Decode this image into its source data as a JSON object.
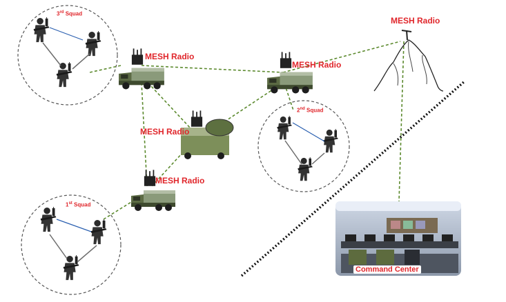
{
  "labels": {
    "mesh_radio": "MESH Radio",
    "command_center": "Command Center",
    "squad_3": {
      "ordinal": "3",
      "suffix": "rd",
      "word": "Squad"
    },
    "squad_2": {
      "ordinal": "2",
      "suffix": "nd",
      "word": "Squad"
    },
    "squad_1": {
      "ordinal": "1",
      "suffix": "st",
      "word": "Squad"
    }
  },
  "colors": {
    "label_red": "#e0262b",
    "link_green": "#5c8a2e",
    "circle_stroke": "#555555",
    "boundary": "#111111"
  }
}
